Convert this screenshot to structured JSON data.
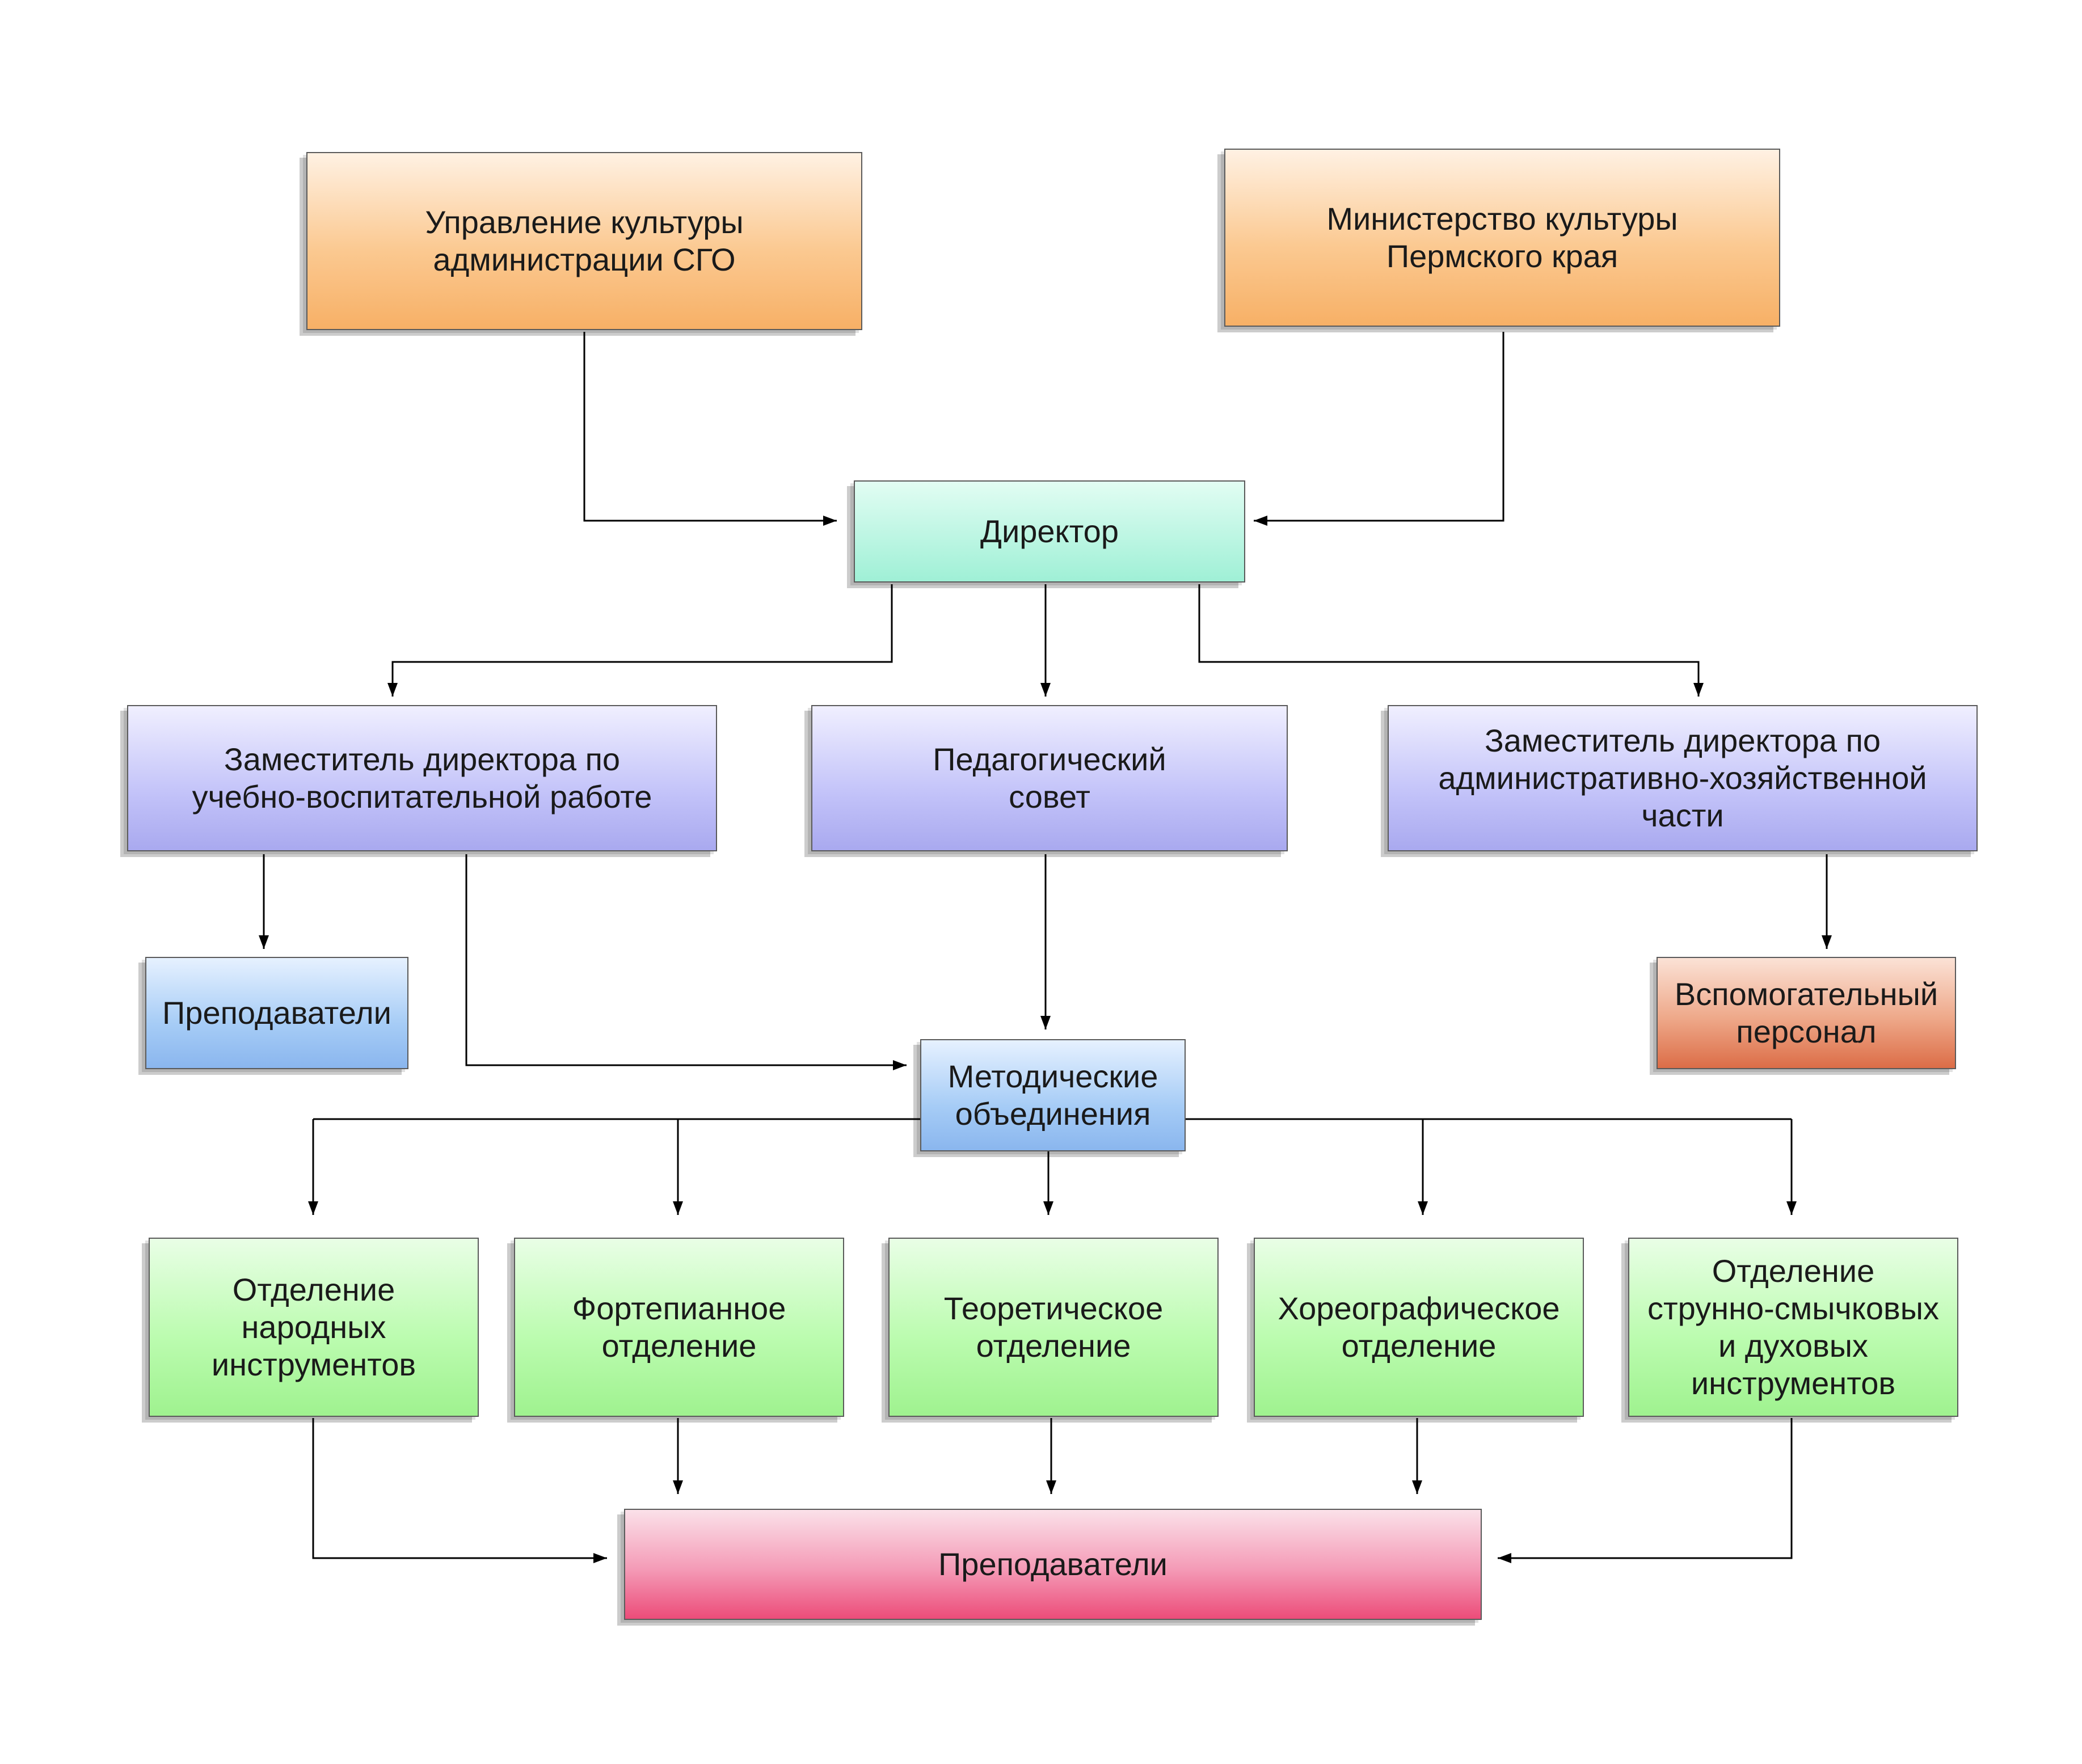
{
  "nodes": {
    "upravlenie": "Управление культуры\nадминистрации СГО",
    "ministerstvo": "Министерство культуры\nПермского края",
    "direktor": "Директор",
    "zam_uvr": "Заместитель директора по\nучебно-воспитательной работе",
    "pedsovet": "Педагогический\nсовет",
    "zam_ahch": "Заместитель директора по\nадминистративно-хозяйственной\nчасти",
    "prepodavateli_top": "Преподаватели",
    "vspomogatelny": "Вспомогательный\nперсонал",
    "metod": "Методические\nобъединения",
    "otd_narodnye": "Отделение\nнародных\nинструментов",
    "otd_forte": "Фортепианное\nотделение",
    "otd_teor": "Теоретическое\nотделение",
    "otd_horeo": "Хореографическое\nотделение",
    "otd_strunno": "Отделение\nструнно-смычковых\nи духовых\nинструментов",
    "prepodavateli_bottom": "Преподаватели"
  },
  "colors": {
    "orange": "#f7b066",
    "mint": "#9ff0d6",
    "purple": "#a9a9ef",
    "blue": "#8ab6ee",
    "salmon": "#dc6d47",
    "green": "#9ff28f",
    "pink": "#ec4c79",
    "connector": "#000000"
  }
}
